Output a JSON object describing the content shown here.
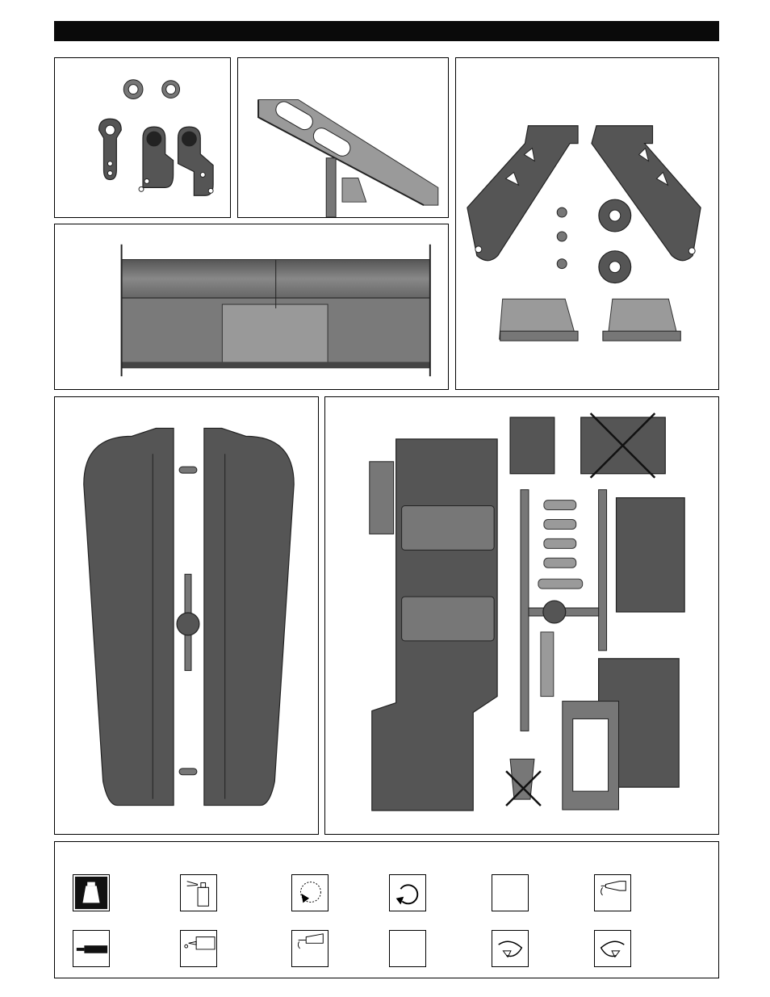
{
  "page": {
    "background": "#ffffff",
    "ink": "#000000",
    "part_fill": "#555555"
  },
  "header": {
    "bar_color": "#0a0a0a"
  },
  "panels": [
    {
      "id": "steering-parts",
      "icon": "steering-arm-parts-icon"
    },
    {
      "id": "wing-mount-detail",
      "icon": "wing-mount-detail-icon"
    },
    {
      "id": "wing-stays",
      "icon": "wing-stay-set-icon"
    },
    {
      "id": "rear-wing",
      "icon": "rear-wing-icon"
    },
    {
      "id": "side-guards",
      "icon": "side-guard-pair-icon"
    },
    {
      "id": "radio-tray-tree",
      "icon": "radio-tray-parts-tree-icon"
    }
  ],
  "legend": {
    "icons": [
      "weight-icon",
      "oil-spray-icon",
      "tighten-dial-icon",
      "rotate-left-icon",
      "blank-box-icon",
      "grease-tube-icon",
      "thread-lock-icon",
      "oil-bottle-icon",
      "glue-tube-icon",
      "blank-box-icon",
      "turn-clockwise-icon",
      "turn-counterclockwise-icon"
    ]
  }
}
